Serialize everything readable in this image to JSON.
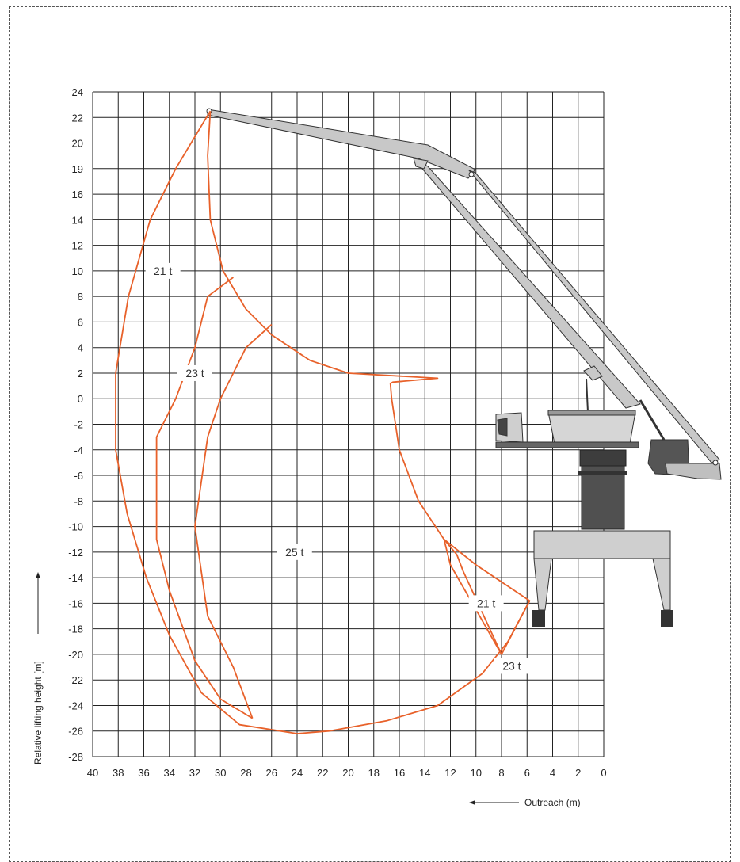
{
  "chart_data": {
    "type": "load-chart",
    "xlabel": "Outreach (m)",
    "ylabel": "Relative lifting height [m]",
    "x_ticks": [
      40,
      38,
      36,
      34,
      32,
      30,
      28,
      26,
      24,
      22,
      20,
      18,
      16,
      14,
      12,
      10,
      8,
      6,
      4,
      2,
      0
    ],
    "y_ticks": [
      24,
      22,
      20,
      19,
      16,
      14,
      12,
      10,
      8,
      6,
      4,
      2,
      0,
      -2,
      -4,
      -6,
      -8,
      -10,
      -12,
      -14,
      -16,
      -18,
      -20,
      -22,
      -24,
      -26,
      -28
    ],
    "zones": [
      {
        "name": "21 t",
        "label_at": [
          34.5,
          10.0
        ]
      },
      {
        "name": "23 t",
        "label_at": [
          32.0,
          2.0
        ]
      },
      {
        "name": "25 t",
        "label_at": [
          24.2,
          -12.0
        ]
      },
      {
        "name": "21 t",
        "label_at": [
          9.2,
          -16.0
        ]
      },
      {
        "name": "23 t",
        "label_at": [
          7.2,
          -20.9
        ]
      }
    ],
    "curves": [
      {
        "name": "outer-envelope",
        "points": [
          [
            30.8,
            22.5
          ],
          [
            33.5,
            18
          ],
          [
            35.5,
            14
          ],
          [
            37.2,
            8
          ],
          [
            38.2,
            2
          ],
          [
            38.2,
            -4
          ],
          [
            37.3,
            -9
          ],
          [
            35.8,
            -14
          ],
          [
            34,
            -18.5
          ],
          [
            31.5,
            -23
          ],
          [
            28.5,
            -25.5
          ],
          [
            24,
            -26.2
          ],
          [
            21.5,
            -26
          ],
          [
            17,
            -25.2
          ],
          [
            13,
            -24
          ],
          [
            9.5,
            -21.5
          ],
          [
            7.5,
            -19
          ],
          [
            5.8,
            -15.8
          ],
          [
            10,
            -13
          ],
          [
            12.5,
            -11
          ],
          [
            14.5,
            -8
          ],
          [
            16,
            -4
          ],
          [
            16.6,
            0
          ],
          [
            16.7,
            1.2
          ],
          [
            16.5,
            1.3
          ],
          [
            13,
            1.6
          ],
          [
            20,
            2
          ],
          [
            23,
            3
          ],
          [
            26,
            5
          ],
          [
            28,
            7
          ],
          [
            29.8,
            10
          ],
          [
            30.8,
            14
          ],
          [
            31,
            19
          ],
          [
            30.8,
            22.5
          ]
        ]
      },
      {
        "name": "21t-inner",
        "points": [
          [
            29,
            9.5
          ],
          [
            31,
            8
          ],
          [
            32,
            4
          ],
          [
            33.5,
            0
          ],
          [
            35,
            -3
          ],
          [
            35,
            -11
          ],
          [
            34,
            -15
          ],
          [
            32,
            -20.5
          ]
        ]
      },
      {
        "name": "23t-inner",
        "points": [
          [
            26,
            5.8
          ],
          [
            28,
            4
          ],
          [
            29,
            2
          ],
          [
            30,
            0
          ],
          [
            31,
            -3
          ],
          [
            32,
            -10
          ],
          [
            31,
            -17
          ],
          [
            29,
            -21
          ],
          [
            27.5,
            -25
          ]
        ]
      },
      {
        "name": "ground-left",
        "points": [
          [
            32,
            -20.5
          ],
          [
            30,
            -23.5
          ],
          [
            27.5,
            -25
          ]
        ]
      },
      {
        "name": "right-21t",
        "points": [
          [
            12.5,
            -11
          ],
          [
            12,
            -13
          ],
          [
            8,
            -20
          ],
          [
            5.8,
            -15.8
          ]
        ]
      },
      {
        "name": "right-23t",
        "points": [
          [
            12.5,
            -11
          ],
          [
            11.5,
            -12.2
          ],
          [
            11,
            -13.5
          ],
          [
            8,
            -20
          ]
        ]
      }
    ]
  },
  "crane": {
    "boom_color": "#c8c8c8",
    "tower_color": "#505050",
    "base_color": "#cfcfcf"
  },
  "colors": {
    "curve": "#e8612a",
    "grid": "#222222"
  }
}
